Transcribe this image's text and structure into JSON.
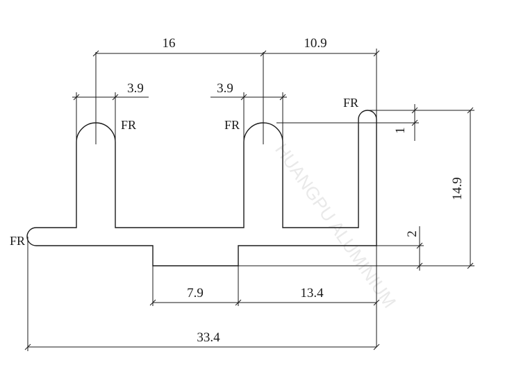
{
  "dimensions": {
    "top_left": "16",
    "top_right": "10.9",
    "slot_width_left": "3.9",
    "slot_width_middle": "3.9",
    "height_total": "14.9",
    "lip_top": "1",
    "step": "2",
    "bottom_left": "7.9",
    "bottom_right": "13.4",
    "overall_width": "33.4"
  },
  "fillet_labels": {
    "left_slot": "FR",
    "middle_slot": "FR",
    "right_lip": "FR",
    "left_end": "FR"
  },
  "watermark": {
    "text": "HUANGPU ALUMINIUM",
    "color": "#e9e9e9"
  }
}
